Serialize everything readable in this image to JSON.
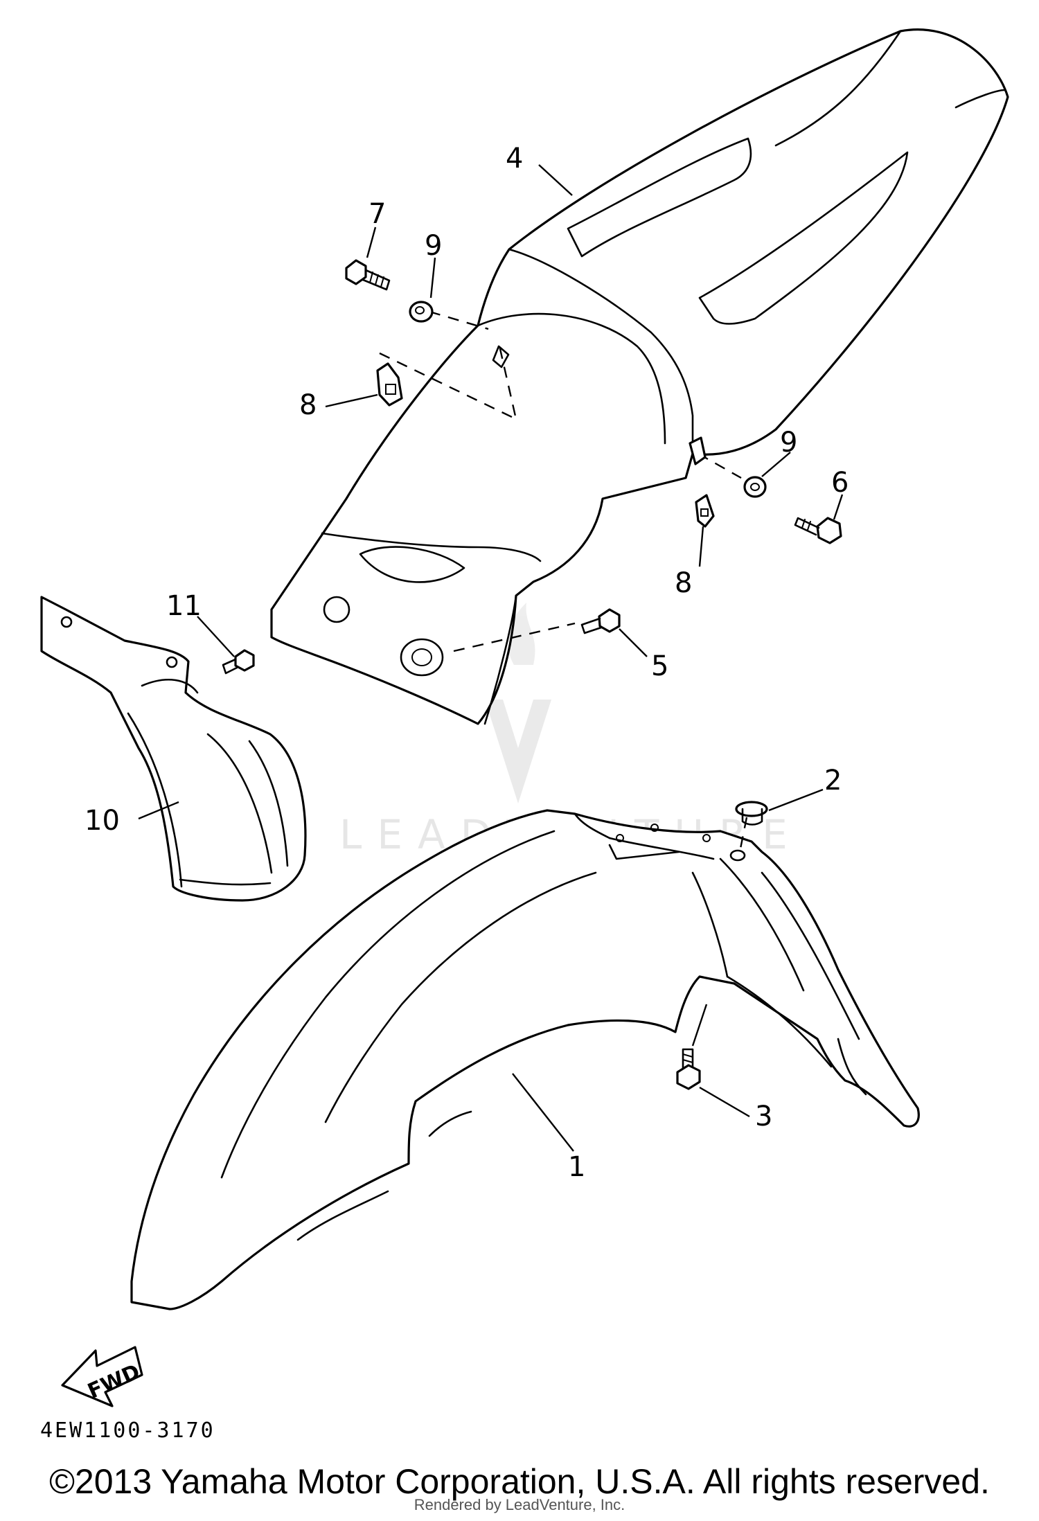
{
  "diagram": {
    "callouts": [
      {
        "id": "1",
        "label": "1"
      },
      {
        "id": "2",
        "label": "2"
      },
      {
        "id": "3",
        "label": "3"
      },
      {
        "id": "4",
        "label": "4"
      },
      {
        "id": "5",
        "label": "5"
      },
      {
        "id": "6",
        "label": "6"
      },
      {
        "id": "7",
        "label": "7"
      },
      {
        "id": "8a",
        "label": "8"
      },
      {
        "id": "8b",
        "label": "8"
      },
      {
        "id": "9a",
        "label": "9"
      },
      {
        "id": "9b",
        "label": "9"
      },
      {
        "id": "10",
        "label": "10"
      },
      {
        "id": "11",
        "label": "11"
      }
    ],
    "direction_label": "FWD",
    "part_code": "4EW1100-3170",
    "watermark": "LEADVENTURE"
  },
  "footer": {
    "copyright": "©2013 Yamaha Motor Corporation, U.S.A. All rights reserved.",
    "rendered_by": "Rendered by LeadVenture, Inc."
  }
}
